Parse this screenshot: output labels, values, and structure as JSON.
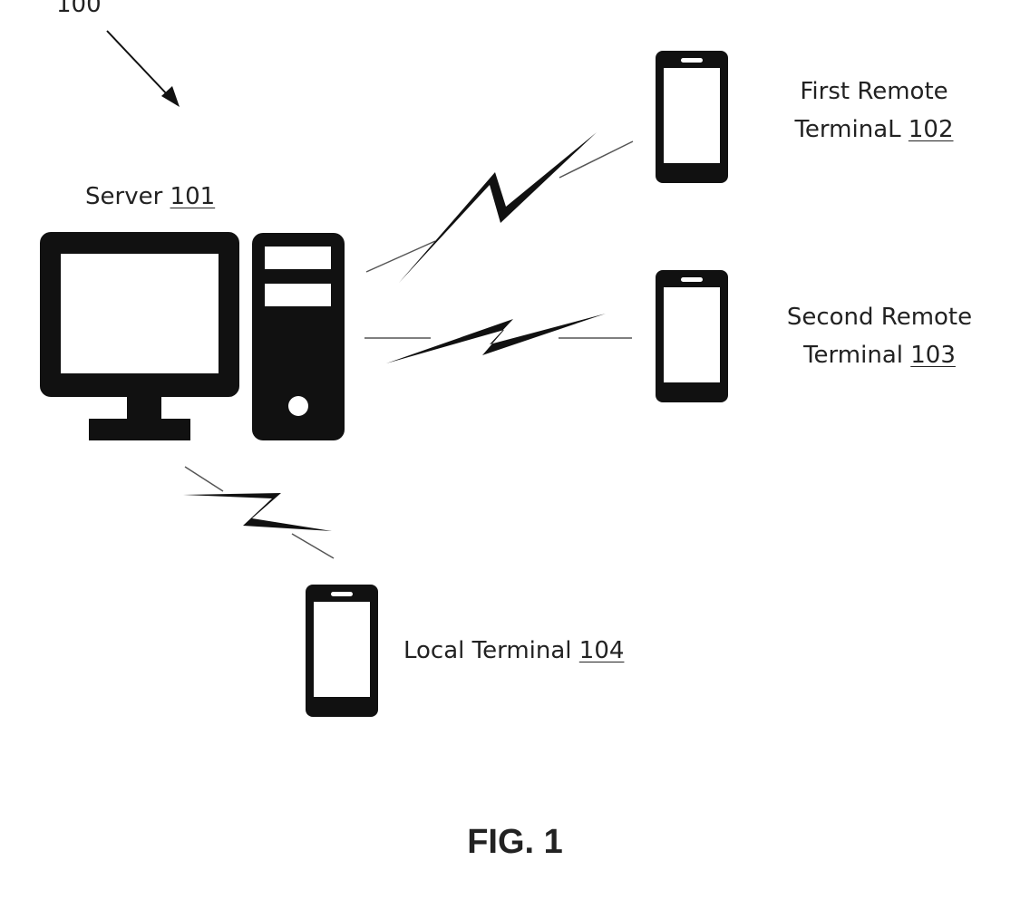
{
  "figure": {
    "ref_label": "100",
    "caption": "FIG. 1"
  },
  "server": {
    "label": "Server",
    "ref": "101",
    "icon": "desktop-computer-icon"
  },
  "terminals": {
    "first": {
      "line1": "First Remote",
      "line2": "TerminaL",
      "ref": "102",
      "icon": "smartphone-icon"
    },
    "second": {
      "line1": "Second Remote",
      "line2": "Terminal",
      "ref": "103",
      "icon": "smartphone-icon"
    },
    "local": {
      "label": "Local Terminal",
      "ref": "104",
      "icon": "smartphone-icon"
    }
  },
  "links": {
    "type": "wireless",
    "icon": "lightning-bolt-icon"
  },
  "colors": {
    "ink": "#111111",
    "background": "#ffffff"
  }
}
